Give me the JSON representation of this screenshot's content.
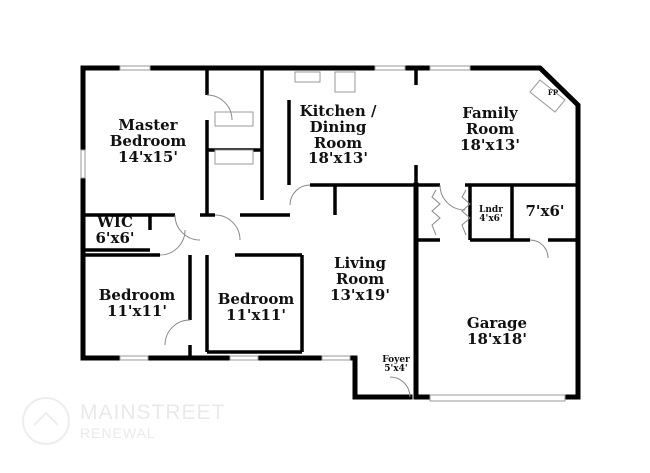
{
  "rooms": {
    "master": {
      "name": "Master Bedroom",
      "line1": "Master",
      "line2": "Bedroom",
      "size": "14'x15'"
    },
    "kitchen": {
      "line1": "Kitchen /",
      "line2": "Dining",
      "line3": "Room",
      "size": "18'x13'"
    },
    "family": {
      "line1": "Family",
      "line2": "Room",
      "size": "18'x13'"
    },
    "wic": {
      "line1": "WIC",
      "size": "6'x6'"
    },
    "bedroom1": {
      "line1": "Bedroom",
      "size": "11'x11'"
    },
    "bedroom2": {
      "line1": "Bedroom",
      "size": "11'x11'"
    },
    "living": {
      "line1": "Living",
      "line2": "Room",
      "size": "13'x19'"
    },
    "laundry": {
      "line1": "Lndr",
      "size": "4'x6'"
    },
    "closet": {
      "size": "7'x6'"
    },
    "garage": {
      "line1": "Garage",
      "size": "18'x18'"
    },
    "foyer": {
      "line1": "Foyer",
      "size": "5'x4'"
    },
    "fireplace": {
      "label": "FP"
    }
  },
  "logo": {
    "line1": "MAINSTREET",
    "line2": "RENEWAL"
  }
}
